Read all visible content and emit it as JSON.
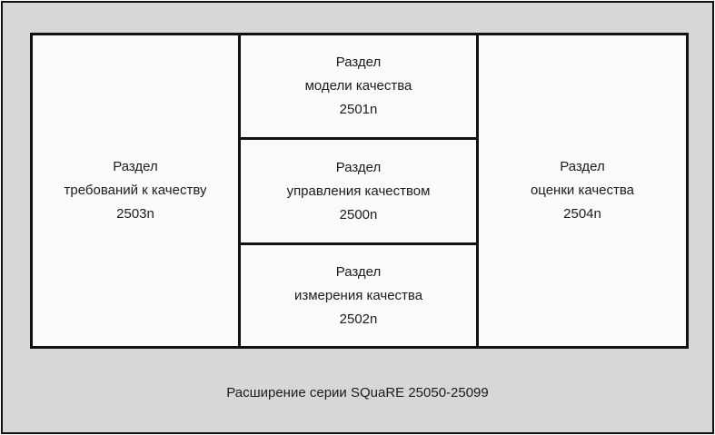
{
  "diagram": {
    "sections": {
      "requirements": {
        "line1": "Раздел",
        "line2": "требований к качеству",
        "code": "2503n"
      },
      "model": {
        "line1": "Раздел",
        "line2": "модели качества",
        "code": "2501n"
      },
      "management": {
        "line1": "Раздел",
        "line2": "управления качеством",
        "code": "2500n"
      },
      "measurement": {
        "line1": "Раздел",
        "line2": "измерения качества",
        "code": "2502n"
      },
      "evaluation": {
        "line1": "Раздел",
        "line2": "оценки качества",
        "code": "2504n"
      }
    },
    "extension_label": "Расширение серии SQuaRE 25050-25099",
    "colors": {
      "outer_background": "#d8d7d8",
      "inner_background": "#fbfbfb",
      "border": "#111111",
      "text": "#1c1c1c"
    }
  }
}
